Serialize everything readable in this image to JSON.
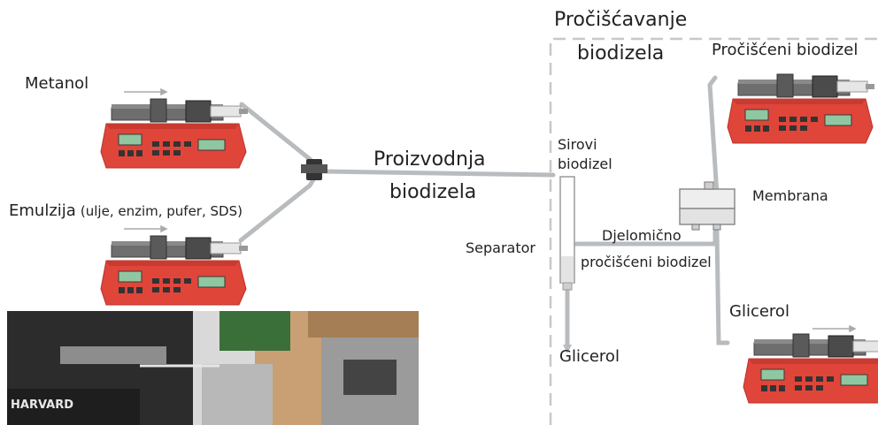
{
  "labels": {
    "metanol": "Metanol",
    "emulzija_main": "Emulzija",
    "emulzija_detail": "(ulje, enzim, pufer, SDS)",
    "proizvodnja_line1": "Proizvodnja",
    "proizvodnja_line2": "biodizela",
    "procisc_line1": "Pročišćavanje",
    "procisc_line2": "biodizela",
    "procisceni_biodizel": "Pročišćeni biodizel",
    "sirovi_line1": "Sirovi",
    "sirovi_line2": "biodizel",
    "membrana": "Membrana",
    "separator": "Separator",
    "djelomicno_line1": "Djelomično",
    "djelomicno_line2": "pročišćeni biodizel",
    "glicerol_right": "Glicerol",
    "glicerol_bottom": "Glicerol"
  },
  "photo": {
    "device_brand": "HARVARD"
  },
  "colors": {
    "pump_body": "#e0453a",
    "pump_dark": "#b8322a",
    "tubing": "#b9bcbf",
    "dashed_border": "#c8c8c8",
    "lcd": "#8fc7a0"
  },
  "icons": [
    "syringe-pump-icon",
    "membrana-icon",
    "separator-icon",
    "t-connector-icon"
  ]
}
